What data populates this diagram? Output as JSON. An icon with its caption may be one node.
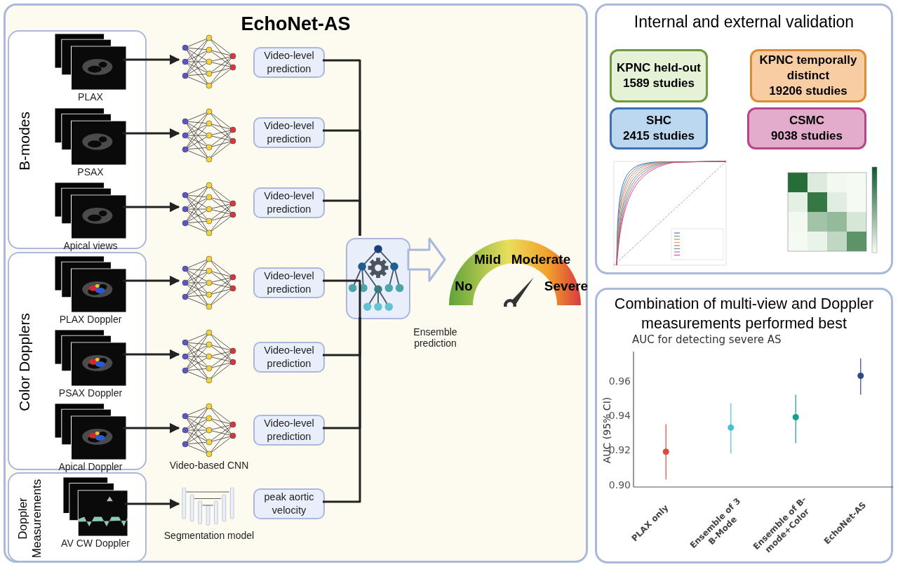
{
  "diagram": {
    "nodes": [
      {
        "text": [
          "EchoNet-AS"
        ]
      },
      {
        "text": [
          "B-modes"
        ],
        "in": 0
      },
      {
        "text": [],
        "shape": "picture",
        "in": 1,
        "beside": [
          "PLAX"
        ]
      },
      {
        "text": [],
        "shape": "picture",
        "in": 1,
        "beside": [
          "PSAX"
        ]
      },
      {
        "text": [],
        "shape": "picture",
        "in": 1,
        "beside": [
          "Apical views"
        ]
      },
      {
        "text": [
          "Color Dopplers"
        ],
        "in": 0
      },
      {
        "text": [],
        "shape": "picture",
        "in": 5,
        "beside": [
          "PLAX Doppler"
        ]
      },
      {
        "text": [],
        "shape": "picture",
        "in": 5,
        "beside": [
          "PSAX Doppler"
        ]
      },
      {
        "text": [],
        "shape": "picture",
        "in": 5,
        "beside": [
          "Apical Doppler"
        ]
      },
      {
        "text": [
          "Doppler Measurements"
        ],
        "in": 0
      },
      {
        "text": [],
        "shape": "picture",
        "in": 9,
        "beside": [
          "AV CW Doppler"
        ]
      },
      {
        "text": [],
        "shape": "picture",
        "in": 0
      },
      {
        "text": [],
        "shape": "picture",
        "in": 0
      },
      {
        "text": [],
        "shape": "picture",
        "in": 0
      },
      {
        "text": [],
        "shape": "picture",
        "in": 0
      },
      {
        "text": [],
        "shape": "picture",
        "in": 0
      },
      {
        "text": [],
        "shape": "picture",
        "in": 0,
        "beside": [
          "Video-based CNN"
        ]
      },
      {
        "text": [],
        "shape": "picture",
        "in": 0,
        "beside": [
          "Segmentation model"
        ]
      },
      {
        "text": [
          "Video-level prediction"
        ],
        "in": 0
      },
      {
        "text": [
          "Video-level prediction"
        ],
        "in": 0
      },
      {
        "text": [
          "Video-level prediction"
        ],
        "in": 0
      },
      {
        "text": [
          "Video-level prediction"
        ],
        "in": 0
      },
      {
        "text": [
          "Video-level prediction"
        ],
        "in": 0
      },
      {
        "text": [
          "Video-level prediction"
        ],
        "in": 0
      },
      {
        "text": [
          "peak aortic velocity"
        ],
        "in": 0
      },
      {
        "text": [],
        "shape": "picture",
        "in": 0,
        "beside": [
          "Ensemble prediction"
        ]
      },
      {
        "text": [
          "No",
          "Mild",
          "Moderate",
          "Severe"
        ],
        "in": 0
      },
      {
        "text": [
          "Internal and external validation"
        ]
      },
      {
        "text": [
          "KPNC held-out",
          "1589 studies"
        ],
        "in": 27
      },
      {
        "text": [
          "KPNC temporally distinct",
          "19206 studies"
        ],
        "in": 27
      },
      {
        "text": [
          "SHC",
          "2415 studies"
        ],
        "in": 27
      },
      {
        "text": [
          "CSMC",
          "9038 studies"
        ],
        "in": 27
      },
      {
        "text": [
          "Combination of multi-view and Doppler measurements performed best"
        ]
      }
    ],
    "edges": [
      {
        "from": 2,
        "to": 11,
        "arrow": "to"
      },
      {
        "from": 3,
        "to": 12,
        "arrow": "to"
      },
      {
        "from": 4,
        "to": 13,
        "arrow": "to"
      },
      {
        "from": 6,
        "to": 14,
        "arrow": "to"
      },
      {
        "from": 7,
        "to": 15,
        "arrow": "to"
      },
      {
        "from": 8,
        "to": 16,
        "arrow": "to"
      },
      {
        "from": 10,
        "to": 17,
        "arrow": "to"
      },
      {
        "from": 18,
        "to": 25,
        "arrow": "none"
      },
      {
        "from": 19,
        "to": 25,
        "arrow": "none"
      },
      {
        "from": 20,
        "to": 25,
        "arrow": "none"
      },
      {
        "from": 21,
        "to": 25,
        "arrow": "none"
      },
      {
        "from": 22,
        "to": 25,
        "arrow": "none"
      },
      {
        "from": 23,
        "to": 25,
        "arrow": "none"
      },
      {
        "from": 24,
        "to": 25,
        "arrow": "none"
      },
      {
        "from": 25,
        "to": 26,
        "arrow": "to"
      }
    ],
    "chart_data": {
      "type": "scatter",
      "title": "AUC for detecting severe AS",
      "ylabel": "AUC (95% CI)",
      "categories": [
        "PLAX only",
        "Ensemble of 3 B-Mode",
        "Ensemble of B-mode+Color",
        "EchoNet-AS"
      ],
      "series": [
        {
          "values": [
            0.919,
            0.933,
            0.939,
            0.963
          ],
          "errors": [
            [
              0.903,
              0.935
            ],
            [
              0.918,
              0.947
            ],
            [
              0.924,
              0.952
            ],
            [
              0.952,
              0.973
            ]
          ]
        }
      ],
      "ylim": [
        0.899,
        0.977
      ],
      "yticks": [
        {
          "value": 0.9,
          "label": "0.90"
        },
        {
          "value": 0.92,
          "label": "0.92"
        },
        {
          "value": 0.94,
          "label": "0.94"
        },
        {
          "value": 0.96,
          "label": "0.96"
        }
      ]
    }
  }
}
